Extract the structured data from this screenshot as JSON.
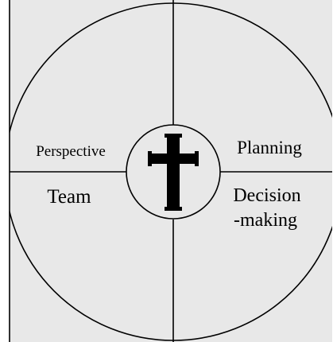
{
  "colors": {
    "background": "#e8e8e8",
    "stroke": "#000000",
    "cross": "#000000"
  },
  "quadrants": {
    "top_left": "Perspective",
    "top_right": "Planning",
    "bottom_left": "Team",
    "bottom_right_line1": "Decision",
    "bottom_right_line2": "-making"
  },
  "center": {
    "icon": "cross-icon"
  }
}
